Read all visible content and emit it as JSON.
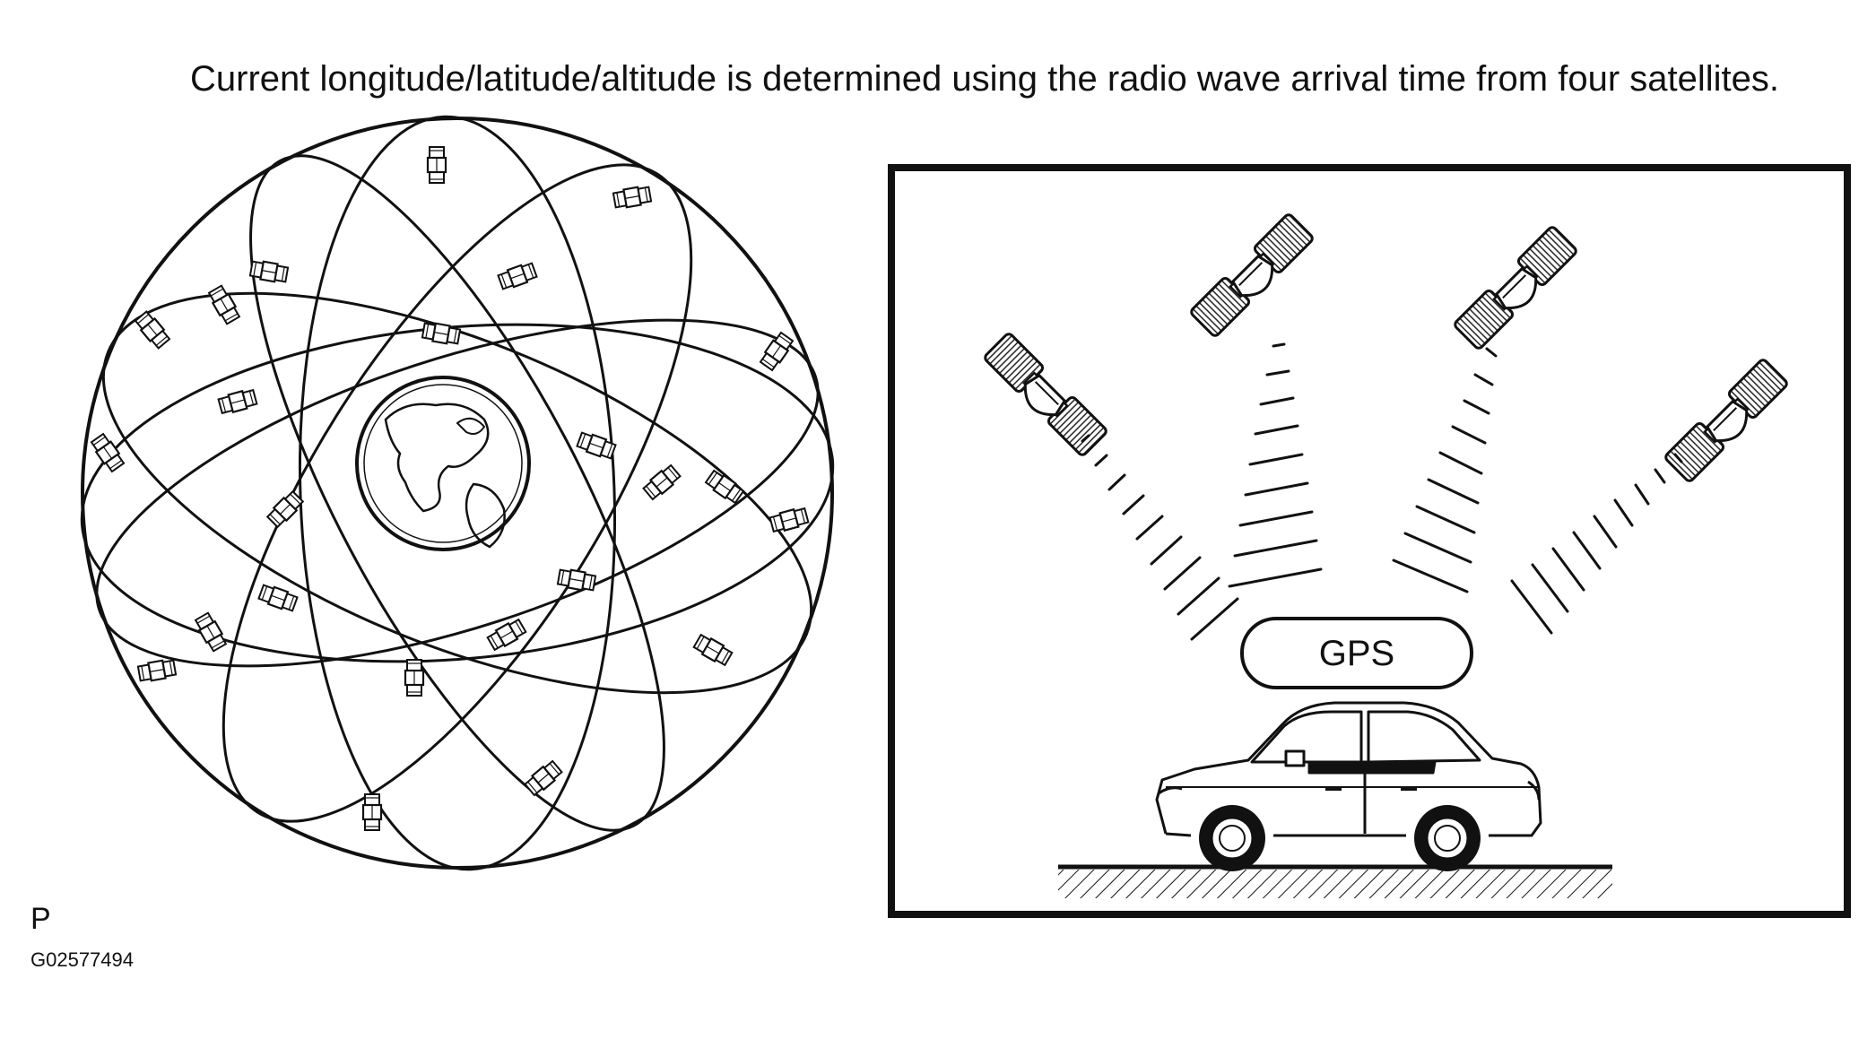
{
  "caption": "Current longitude/latitude/altitude is determined using the radio wave arrival time from four satellites.",
  "receiver_label": "GPS",
  "figure_code": "P",
  "figure_id": "G02577494",
  "colors": {
    "ink": "#111111",
    "background": "#ffffff"
  }
}
